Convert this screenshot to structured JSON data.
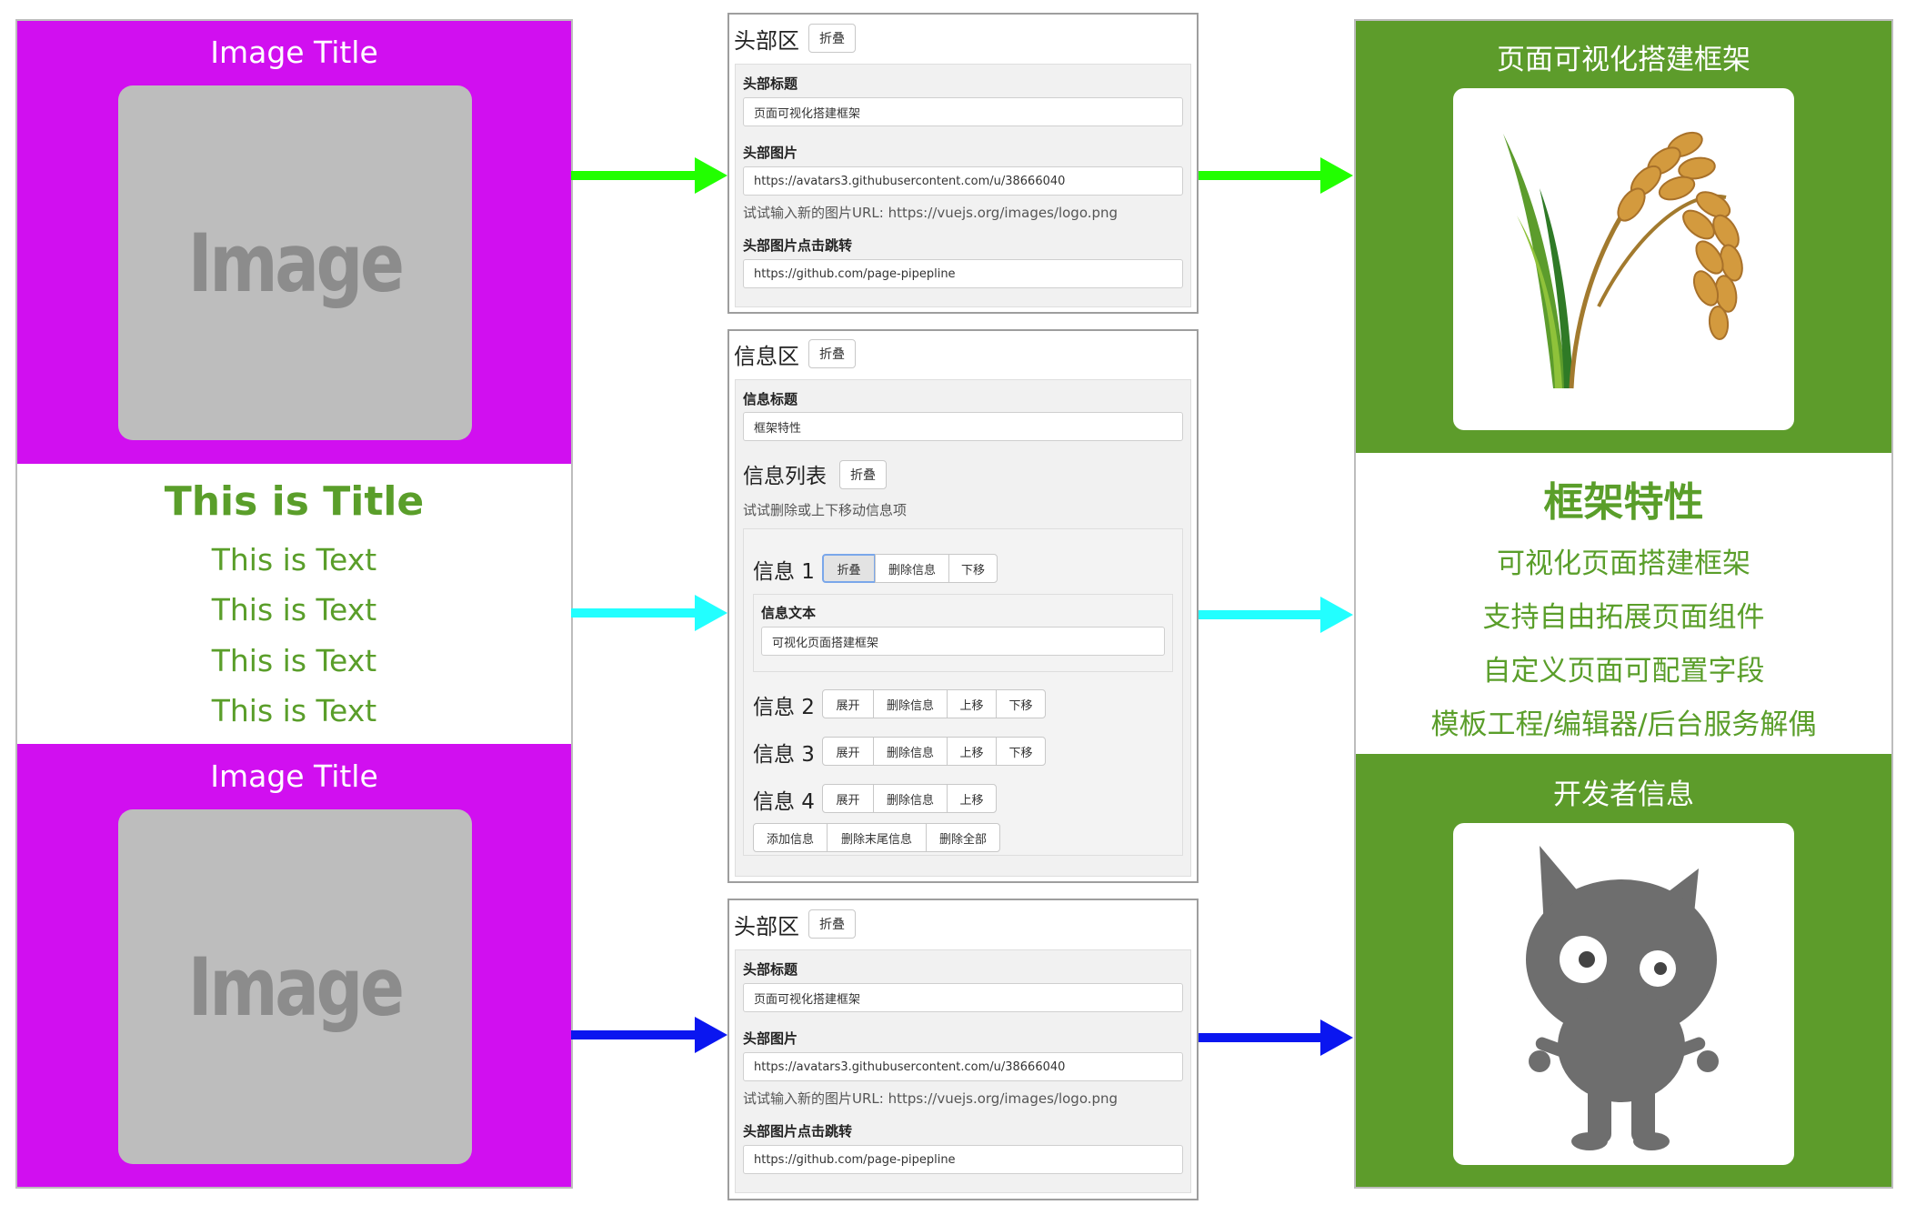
{
  "template": {
    "image_title": "Image Title",
    "placeholder_word": "Image",
    "title": "This is Title",
    "texts": [
      "This is Text",
      "This is Text",
      "This is Text",
      "This is Text"
    ]
  },
  "editor": {
    "header_top": {
      "heading": "头部区",
      "fold": "折叠",
      "title_label": "头部标题",
      "title_value": "页面可视化搭建框架",
      "image_label": "头部图片",
      "image_value": "https://avatars3.githubusercontent.com/u/38666040",
      "image_hint": "试试输入新的图片URL: https://vuejs.org/images/logo.png",
      "link_label": "头部图片点击跳转",
      "link_value": "https://github.com/page-pipepline"
    },
    "info": {
      "heading": "信息区",
      "fold": "折叠",
      "title_label": "信息标题",
      "title_value": "框架特性",
      "list_heading": "信息列表",
      "list_fold": "折叠",
      "list_hint": "试试删除或上下移动信息项",
      "items": [
        {
          "label": "信息 1",
          "buttons": [
            "折叠",
            "删除信息",
            "下移"
          ],
          "text_label": "信息文本",
          "text_value": "可视化页面搭建框架"
        },
        {
          "label": "信息 2",
          "buttons": [
            "展开",
            "删除信息",
            "上移",
            "下移"
          ]
        },
        {
          "label": "信息 3",
          "buttons": [
            "展开",
            "删除信息",
            "上移",
            "下移"
          ]
        },
        {
          "label": "信息 4",
          "buttons": [
            "展开",
            "删除信息",
            "上移"
          ]
        }
      ],
      "footer_buttons": [
        "添加信息",
        "删除末尾信息",
        "删除全部"
      ]
    },
    "header_bottom": {
      "heading": "头部区",
      "fold": "折叠",
      "title_label": "头部标题",
      "title_value": "页面可视化搭建框架",
      "image_label": "头部图片",
      "image_value": "https://avatars3.githubusercontent.com/u/38666040",
      "image_hint": "试试输入新的图片URL: https://vuejs.org/images/logo.png",
      "link_label": "头部图片点击跳转",
      "link_value": "https://github.com/page-pipepline"
    }
  },
  "result": {
    "header_title": "页面可视化搭建框架",
    "features_title": "框架特性",
    "features": [
      "可视化页面搭建框架",
      "支持自由拓展页面组件",
      "自定义页面可配置字段",
      "模板工程/编辑器/后台服务解偶"
    ],
    "dev_title": "开发者信息"
  },
  "colors": {
    "template_block": "#d10ff0",
    "result_block": "#5d9c2b",
    "text_green": "#5a9e2a",
    "arrow_green": "#22ff00",
    "arrow_cyan": "#22ffff",
    "arrow_blue": "#0a16f0"
  },
  "icons": [
    "rice-plant-icon",
    "cat-mascot-icon"
  ]
}
